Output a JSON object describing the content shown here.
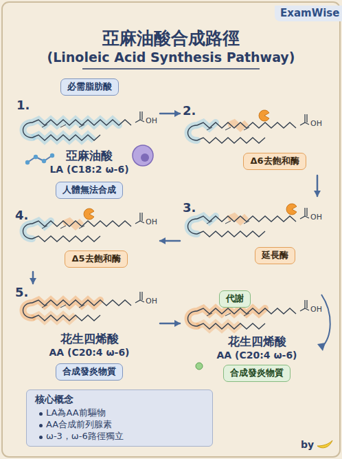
{
  "diagram": {
    "title": "亞麻油酸合成路徑",
    "nodes": [
      {
        "text": [
          "1.",
          "亞麻油酸",
          "LA (C18:2 ω-6)"
        ]
      },
      {
        "text": [
          "必需脂肪酸"
        ],
        "in": 0
      },
      {
        "text": [
          "人體無法合成"
        ],
        "in": 0
      },
      {
        "text": [
          "2."
        ]
      },
      {
        "text": [
          "Δ6去飽和酶"
        ],
        "in": 3
      },
      {
        "text": [
          "3."
        ]
      },
      {
        "text": [
          "延長酶"
        ],
        "in": 5
      },
      {
        "text": [
          "4."
        ]
      },
      {
        "text": [
          "Δ5去飽和酶"
        ],
        "in": 7
      },
      {
        "text": [
          "5.",
          "花生四烯酸",
          "AA (C20:4 ω-6)"
        ]
      },
      {
        "text": [
          "合成發炎物質"
        ],
        "in": 9
      },
      {
        "text": [
          "花生四烯酸",
          "AA (C20:4 ω-6)"
        ]
      },
      {
        "text": [
          "代謝"
        ],
        "in": 11
      },
      {
        "text": [
          "合成發炎物質"
        ],
        "in": 11
      },
      {
        "text": [
          "核心概念",
          "LA為AA前驅物",
          "AA合成前列腺素",
          "ω-3，ω-6路徑獨立"
        ]
      }
    ],
    "edges": [
      {
        "from": 0,
        "to": 3,
        "arrow": "to"
      },
      {
        "from": 3,
        "to": 5,
        "arrow": "to"
      },
      {
        "from": 5,
        "to": 7,
        "arrow": "to"
      },
      {
        "from": 7,
        "to": 9,
        "arrow": "to"
      },
      {
        "from": 9,
        "to": 11,
        "arrow": "to"
      }
    ],
    "labels": [
      "ExamWise",
      "(Linoleic Acid Synthesis Pathway)",
      "OH",
      "OH",
      "OH",
      "OH",
      "OH",
      "OH",
      "by"
    ]
  }
}
